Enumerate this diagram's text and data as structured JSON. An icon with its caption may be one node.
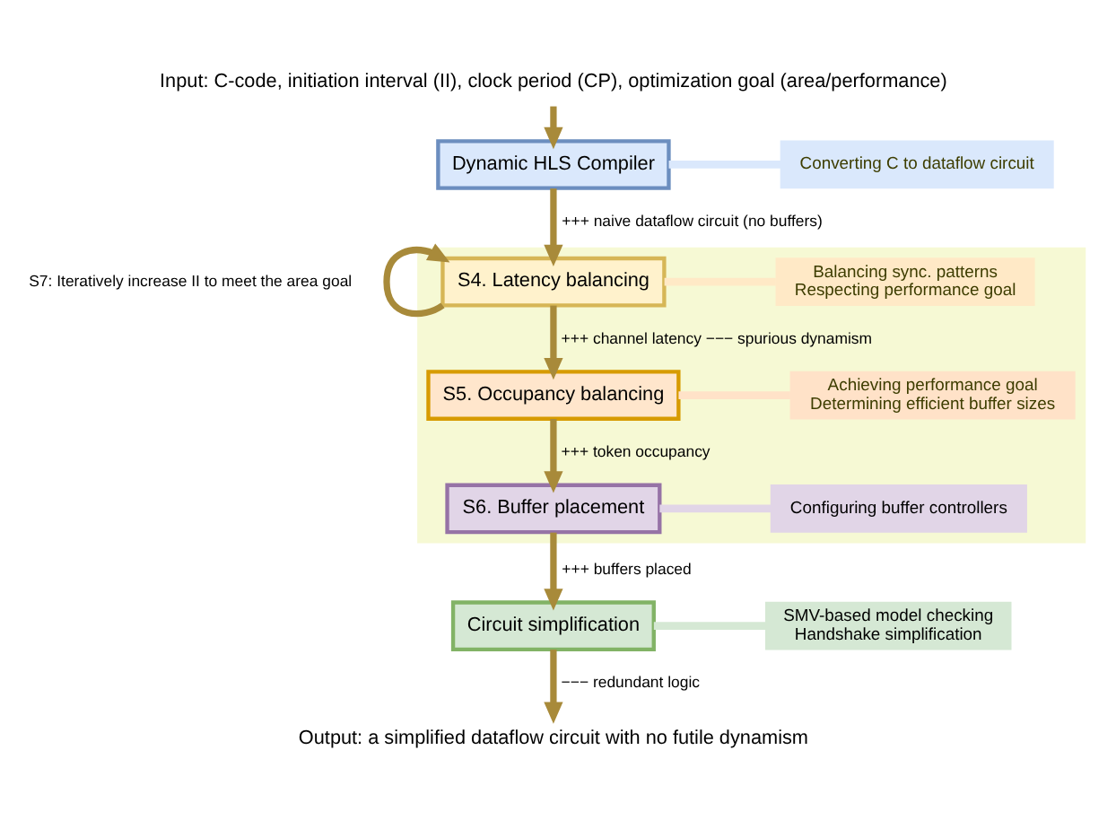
{
  "diagram": {
    "nodes": [
      {
        "text": [
          "Input: C-code, initiation interval (II), clock period (CP), optimization goal (area/performance)"
        ]
      },
      {
        "text": [
          "Dynamic HLS Compiler"
        ]
      },
      {
        "text": [
          "Converting C to dataflow circuit"
        ]
      },
      {
        "text": [],
        "shape": "box"
      },
      {
        "text": [
          "S4. Latency balancing"
        ],
        "in": 3
      },
      {
        "text": [
          "Balancing sync. patterns",
          "Respecting performance goal"
        ],
        "in": 3
      },
      {
        "text": [
          "S5. Occupancy balancing"
        ],
        "in": 3
      },
      {
        "text": [
          "Achieving performance goal",
          "Determining efficient buffer sizes"
        ],
        "in": 3
      },
      {
        "text": [
          "S6. Buffer placement"
        ],
        "in": 3
      },
      {
        "text": [
          "Configuring buffer controllers"
        ],
        "in": 3
      },
      {
        "text": [
          "Circuit simplification"
        ]
      },
      {
        "text": [
          "SMV-based model checking",
          "Handshake simplification"
        ]
      },
      {
        "text": [
          "Output: a simplified dataflow circuit with no futile dynamism"
        ]
      }
    ],
    "edges": [
      {
        "from": 0,
        "to": 1,
        "arrow": "to"
      },
      {
        "from": 1,
        "to": 2,
        "arrow": "none",
        "color": "#dae8fc"
      },
      {
        "from": 1,
        "to": 4,
        "arrow": "to",
        "label": "+++ naive dataflow circuit (no buffers)"
      },
      {
        "from": 4,
        "to": 4,
        "arrow": "to",
        "label": "S7: Iteratively increase II to meet the area goal"
      },
      {
        "from": 4,
        "to": 5,
        "arrow": "none",
        "color": "#ffe9c6"
      },
      {
        "from": 4,
        "to": 6,
        "arrow": "to",
        "label": "+++ channel latency −−− spurious dynamism"
      },
      {
        "from": 6,
        "to": 7,
        "arrow": "none",
        "color": "#ffe2c8"
      },
      {
        "from": 6,
        "to": 8,
        "arrow": "to",
        "label": "+++ token occupancy"
      },
      {
        "from": 8,
        "to": 9,
        "arrow": "none",
        "color": "#e1d5e7"
      },
      {
        "from": 8,
        "to": 10,
        "arrow": "to",
        "label": "+++ buffers placed"
      },
      {
        "from": 10,
        "to": 11,
        "arrow": "none",
        "color": "#d5e8d4"
      },
      {
        "from": 10,
        "to": 12,
        "arrow": "to",
        "label": "−−− redundant logic"
      }
    ]
  }
}
